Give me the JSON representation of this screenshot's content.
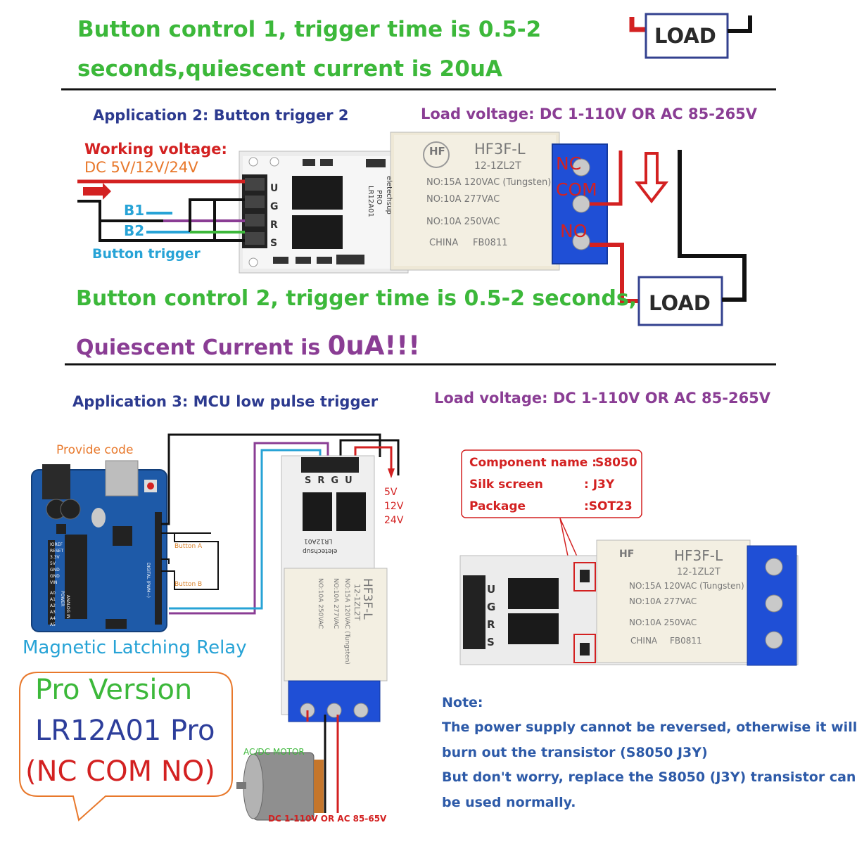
{
  "section1": {
    "line1": "Button control 1, trigger time is 0.5-2",
    "line2": "seconds,quiescent current is 20uA",
    "load": "LOAD"
  },
  "section2": {
    "title": "Application 2: Button trigger 2",
    "load_voltage": "Load voltage: DC 1-110V OR AC 85-265V",
    "working_voltage_label": "Working voltage:",
    "working_voltage_value": "DC 5V/12V/24V",
    "b1": "B1",
    "b2": "B2",
    "button_trigger": "Button trigger",
    "nc": "NC",
    "com": "COM",
    "no": "NO",
    "load": "LOAD",
    "line1": "Button control 2, trigger time is 0.5-2 seconds,",
    "line2_prefix": "Quiescent Current is ",
    "line2_emph": "0uA!!!"
  },
  "section3": {
    "title": "Application 3: MCU low pulse trigger",
    "load_voltage": "Load voltage: DC 1-110V OR AC 85-265V",
    "provide_code": "Provide code",
    "button_a": "Button A",
    "button_b": "Button B",
    "v5": "5V",
    "v12": "12V",
    "v24": "24V",
    "magnetic": "Magnetic Latching Relay",
    "pro1": "Pro Version",
    "pro2": "LR12A01 Pro",
    "pro3": "(NC COM NO)",
    "motor": "AC/DC MOTOR",
    "dc_label": "DC 1-110V OR AC 85-65V"
  },
  "component": {
    "name_label": "Component name :",
    "name_value": "S8050",
    "silk_label": "Silk screen",
    "silk_value": ": J3Y",
    "pkg_label": "Package",
    "pkg_value": ":SOT23"
  },
  "note": {
    "heading": "Note:",
    "l1": "The power supply cannot be reversed, otherwise it will",
    "l2": "burn out the transistor (S8050 J3Y)",
    "l3": "But don't worry, replace the S8050 (J3Y) transistor can",
    "l4": "be used normally."
  },
  "relay": {
    "model": "HF3F-L",
    "code": "12-1ZL2T",
    "spec1": "NO:15A 120VAC (Tungsten)",
    "spec2": "NO:10A 277VAC",
    "spec3": "NO:10A 250VAC",
    "origin": "CHINA",
    "batch": "FB0811",
    "logo": "HF"
  },
  "board": {
    "pins": [
      "U",
      "G",
      "R",
      "S"
    ],
    "silk": "eletechsup",
    "silk2": "PRO",
    "model": "LR12A01"
  },
  "arduino": {
    "labels": [
      "IOREF",
      "RESET",
      "3.3V",
      "5V",
      "GND",
      "GND",
      "VIN",
      "A0",
      "A1",
      "A2",
      "A3",
      "A4",
      "A5"
    ],
    "power": "POWER",
    "analog": "ANALOG IN",
    "digital": "DIGITAL (PWM~)"
  },
  "colors": {
    "green": "#3cb83a",
    "red": "#d32121",
    "blue": "#2d3e9b",
    "purple": "#8a3d94",
    "cyan": "#27a3d6",
    "pcb_blue": "#1e5aa8",
    "terminal_blue": "#1f4fd6"
  }
}
